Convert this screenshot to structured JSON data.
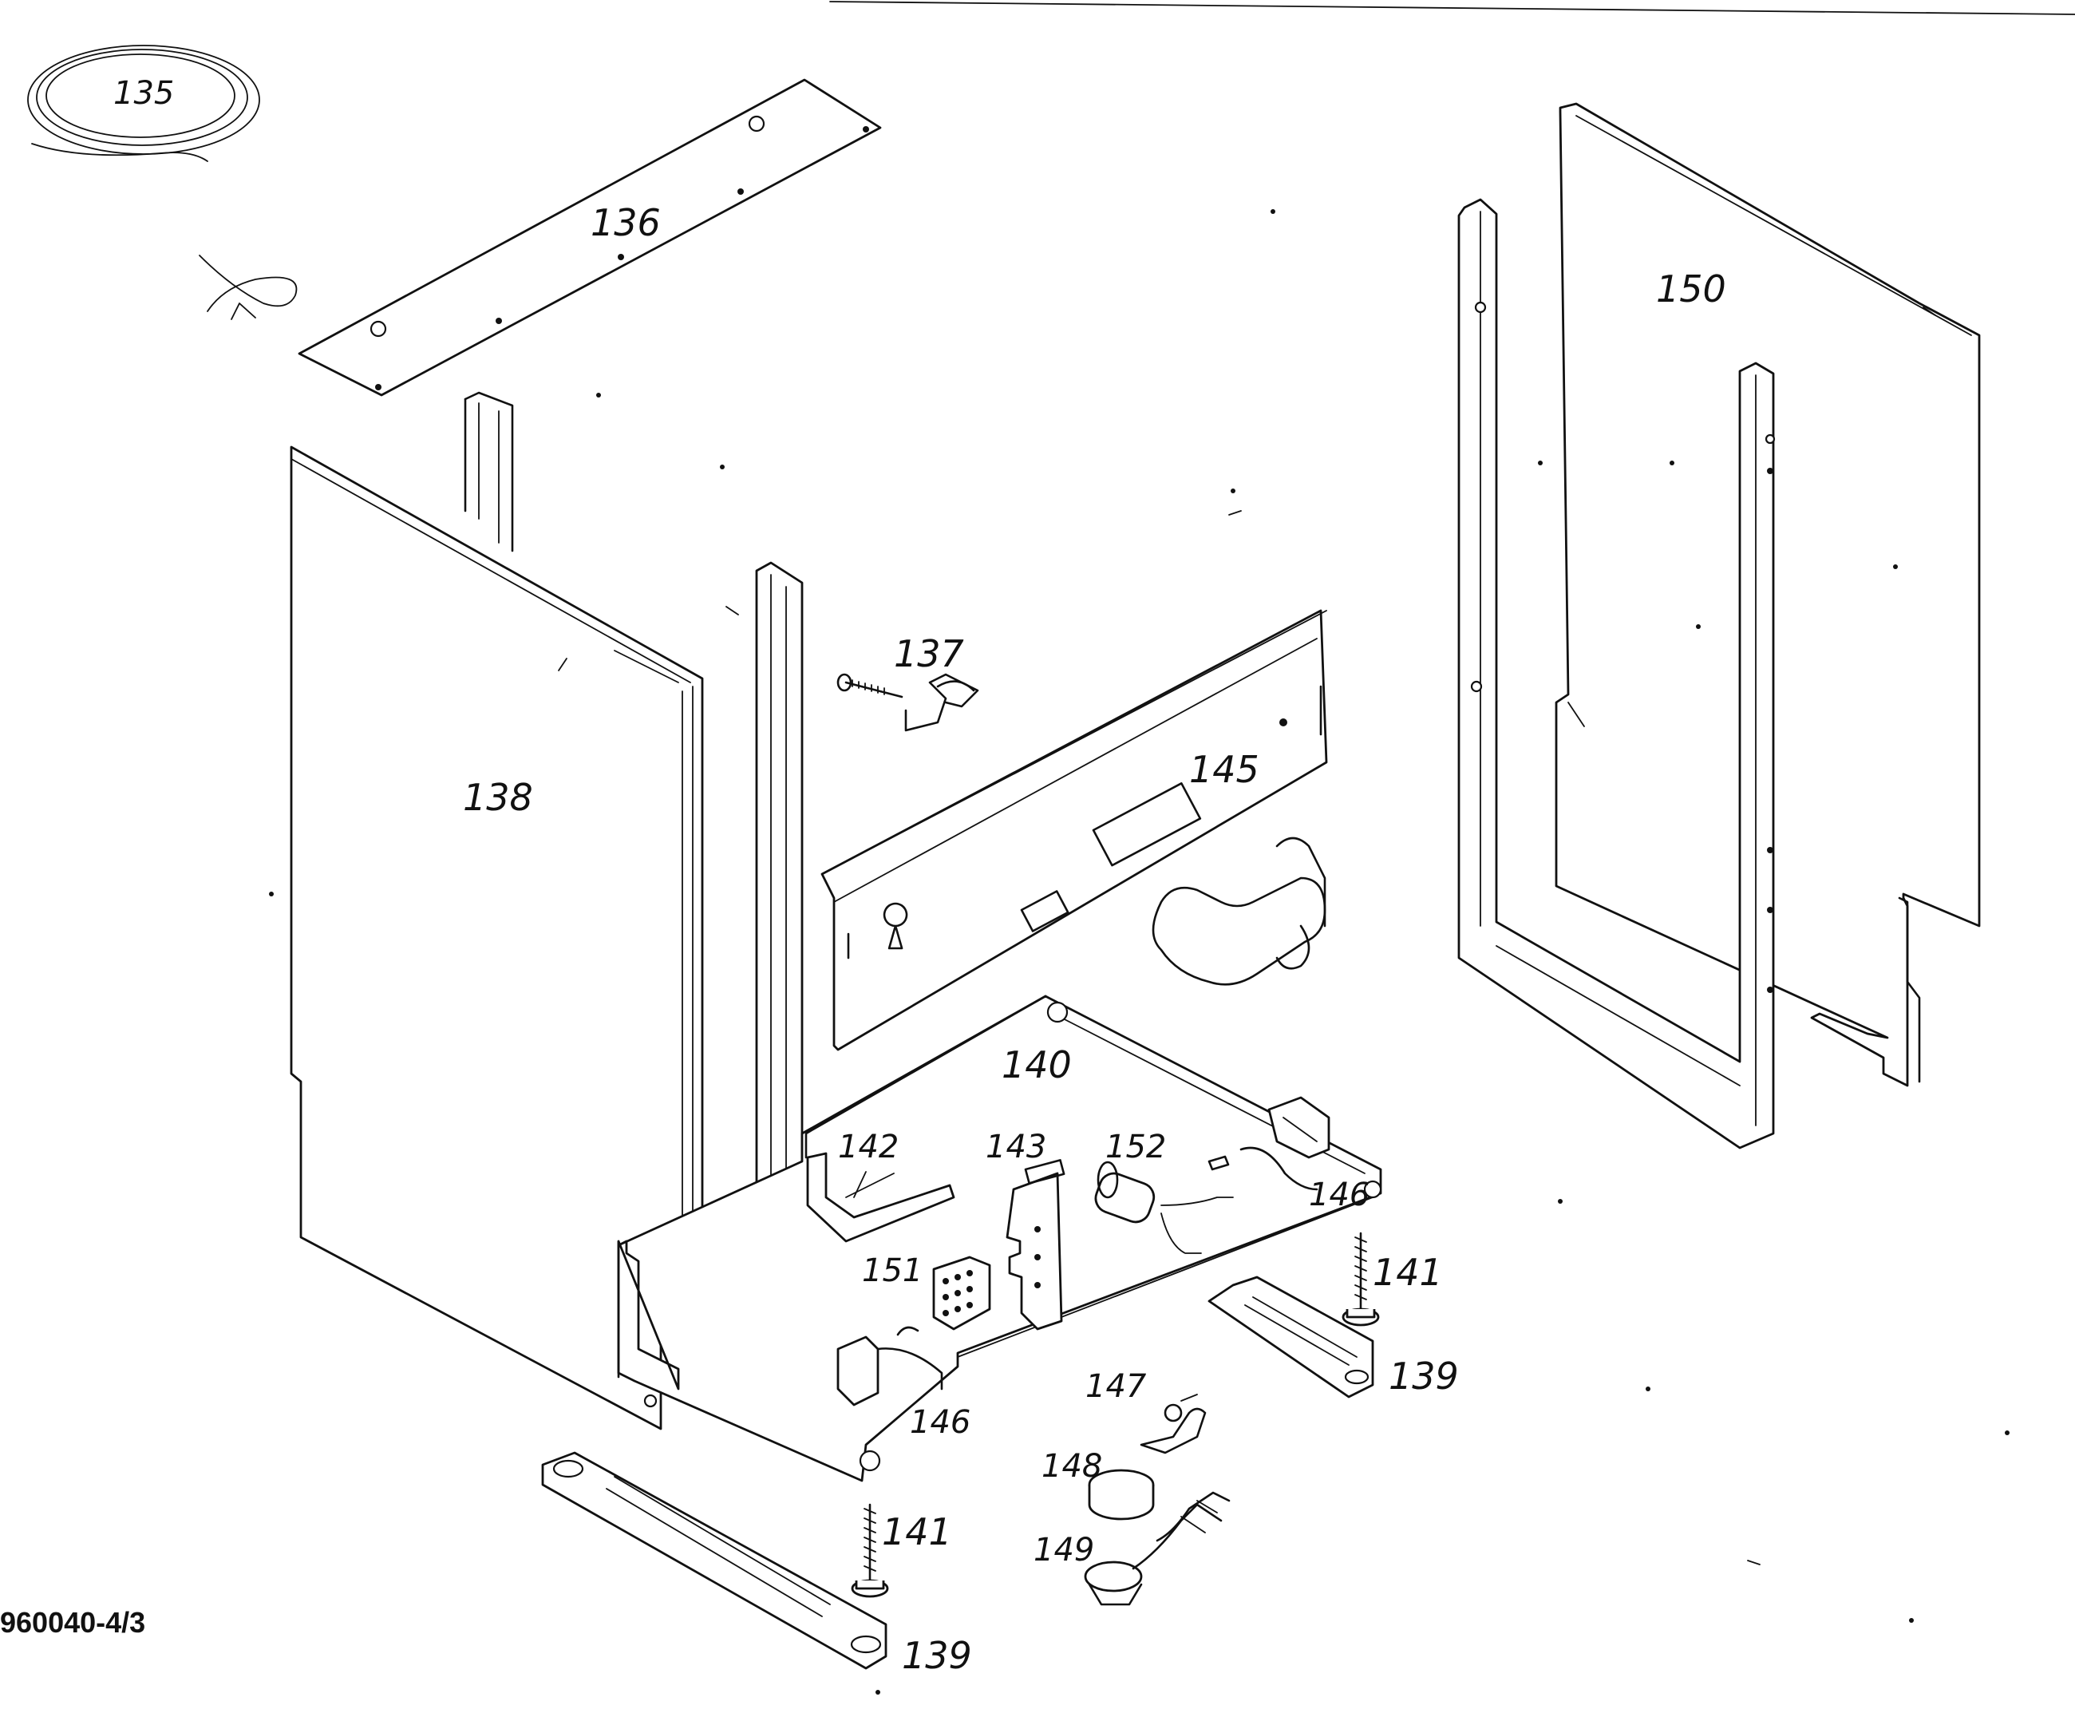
{
  "drawing": {
    "code": "960040-4/3",
    "callouts": {
      "p135": "135",
      "p136": "136",
      "p137": "137",
      "p138": "138",
      "p139a": "139",
      "p139b": "139",
      "p140": "140",
      "p141a": "141",
      "p141b": "141",
      "p142": "142",
      "p143": "143",
      "p145": "145",
      "p146a": "146",
      "p146b": "146",
      "p147": "147",
      "p148": "148",
      "p149": "149",
      "p150": "150",
      "p151": "151",
      "p152": "152"
    }
  },
  "colors": {
    "ink": "#111111",
    "paper": "#ffffff"
  }
}
